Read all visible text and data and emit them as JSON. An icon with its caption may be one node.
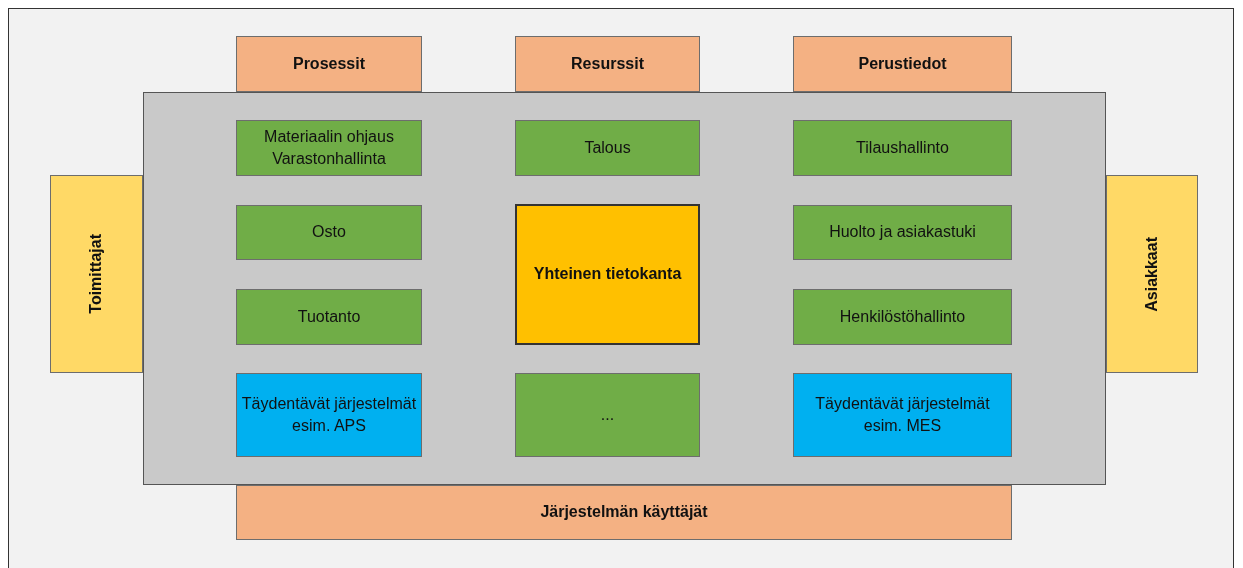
{
  "diagram": {
    "nodes": [
      {
        "text": [
          "Prosessit"
        ]
      },
      {
        "text": [
          "Resurssit"
        ]
      },
      {
        "text": [
          "Perustiedot"
        ]
      },
      {
        "text": [
          "Toimittajat"
        ]
      },
      {
        "text": [
          "Asiakkaat"
        ]
      },
      {
        "text": [
          "Järjestelmän käyttäjät"
        ]
      },
      {
        "text": [
          "Materiaalin ohjaus Varastonhallinta"
        ]
      },
      {
        "text": [
          "Talous"
        ]
      },
      {
        "text": [
          "Tilaushallinto"
        ]
      },
      {
        "text": [
          "Osto"
        ]
      },
      {
        "text": [
          "Yhteinen tietokanta"
        ]
      },
      {
        "text": [
          "Huolto ja asiakastuki"
        ]
      },
      {
        "text": [
          "Tuotanto"
        ]
      },
      {
        "text": [
          "Henkilöstöhallinto"
        ]
      },
      {
        "text": [
          "Täydentävät järjestelmät esim. APS"
        ]
      },
      {
        "text": [
          "..."
        ]
      },
      {
        "text": [
          "Täydentävät järjestelmät esim. MES"
        ]
      }
    ],
    "edges": []
  }
}
